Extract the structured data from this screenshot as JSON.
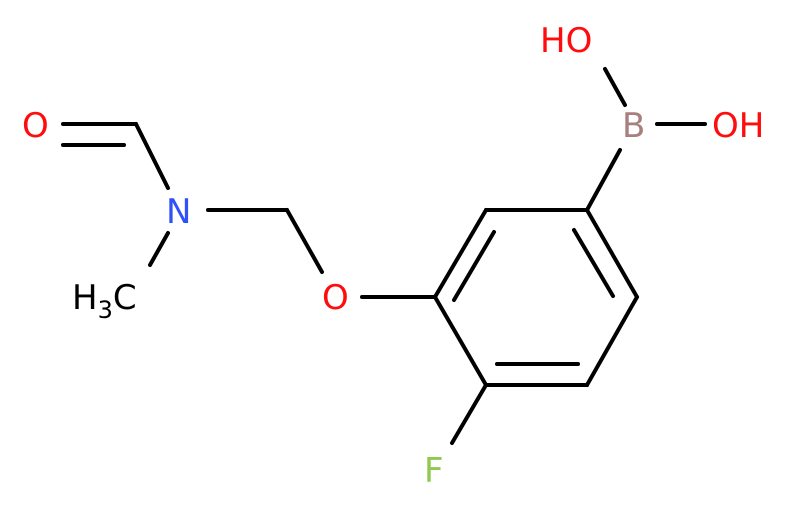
{
  "molecule": {
    "atoms": {
      "oh_top": {
        "text": "HO",
        "color": "#ff0d0d"
      },
      "oh_right": {
        "text": "OH",
        "color": "#ff0d0d"
      },
      "boron": {
        "text": "B",
        "color": "#a77f7e"
      },
      "o_carbonyl": {
        "text": "O",
        "color": "#ff0d0d"
      },
      "nitrogen": {
        "text": "N",
        "color": "#3050f8"
      },
      "methyl_h": {
        "text": "H",
        "color": "#000000"
      },
      "methyl_sub": {
        "text": "3",
        "color": "#000000"
      },
      "methyl_c": {
        "text": "C",
        "color": "#000000"
      },
      "o_ether": {
        "text": "O",
        "color": "#ff0d0d"
      },
      "fluorine": {
        "text": "F",
        "color": "#8fc94f"
      }
    }
  }
}
